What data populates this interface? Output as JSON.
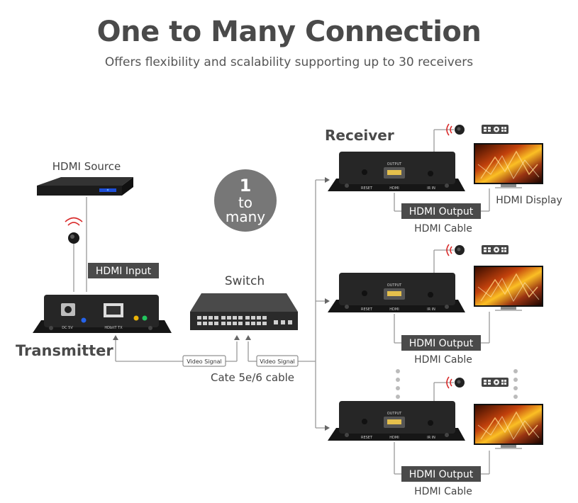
{
  "header": {
    "title": "One to Many Connection",
    "subtitle": "Offers flexibility and scalability supporting up to 30 receivers"
  },
  "badge": {
    "number": "1",
    "line1": "to",
    "line2": "many"
  },
  "labels": {
    "hdmi_source": "HDMI Source",
    "hdmi_input": "HDMI Input",
    "transmitter": "Transmitter",
    "switch": "Switch",
    "receiver": "Receiver",
    "hdmi_display": "HDMI Display",
    "hdmi_output": "HDMI Output",
    "hdmi_cable": "HDMI Cable",
    "video_signal": "Video Signal",
    "cable_type": "Cate 5e/6 cable"
  },
  "device_text": {
    "dc": "DC 5V",
    "hdbt_tx": "HDbitT TX",
    "reset": "RESET",
    "hdmi": "HDMI",
    "output": "OUTPUT",
    "ir_in": "IR IN"
  },
  "colors": {
    "heading": "#4a4a4a",
    "line": "#888888",
    "device": "#2b2b2b",
    "label_bg": "#4a4a4a",
    "badge_bg": "#777777",
    "ir_red": "#d92b2b"
  }
}
